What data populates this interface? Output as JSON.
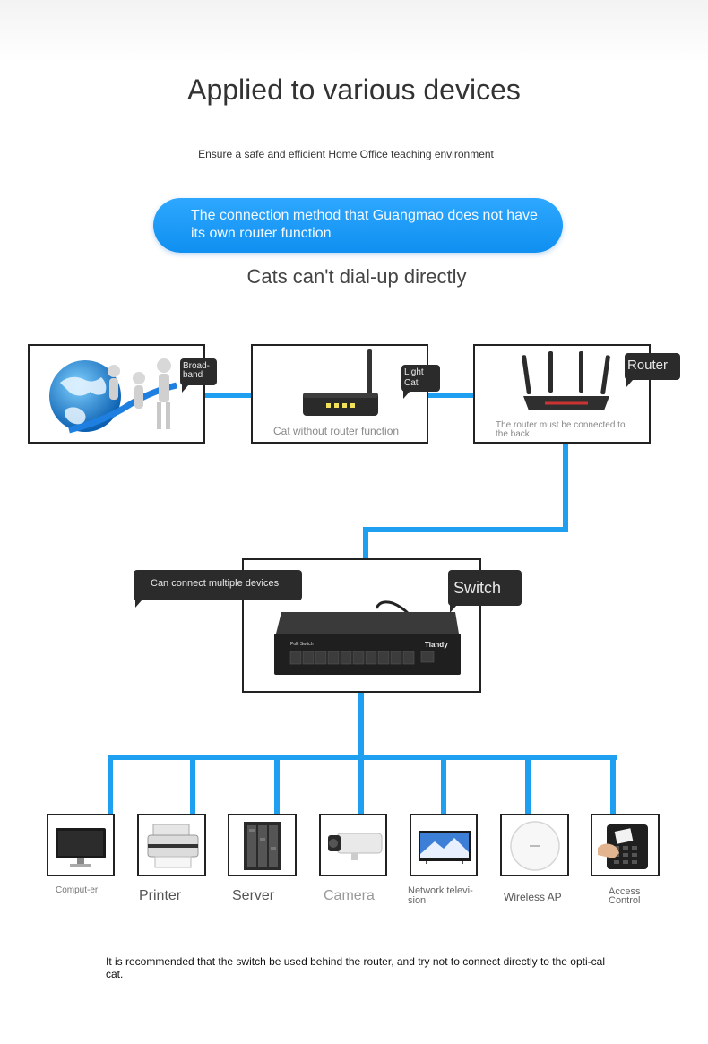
{
  "header": {
    "title": "Applied to various devices",
    "subtitle": "Ensure a safe and efficient Home Office teaching environment"
  },
  "banner": {
    "text": "The connection method that Guangmao does not have its own router function"
  },
  "section_heading": "Cats can't dial-up directly",
  "top_row": {
    "broadband": {
      "tag": "Broad-band"
    },
    "cat": {
      "tag": "Light Cat",
      "caption": "Cat without router function"
    },
    "router": {
      "tag": "Router",
      "caption": "The router must be connected to the back"
    }
  },
  "switch": {
    "tag": "Switch",
    "note_tag": "Can connect multiple devices",
    "brand": "Tiandy",
    "model": "PoE Switch"
  },
  "devices": [
    {
      "label": "Comput-er",
      "icon": "monitor-icon"
    },
    {
      "label": "Printer",
      "icon": "printer-icon"
    },
    {
      "label": "Server",
      "icon": "server-icon"
    },
    {
      "label": "Camera",
      "icon": "camera-icon"
    },
    {
      "label": "Network televi-sion",
      "icon": "tv-icon"
    },
    {
      "label": "Wireless AP",
      "icon": "wireless-ap-icon"
    },
    {
      "label": "Access Control",
      "icon": "access-control-icon"
    }
  ],
  "footer_note": "It is recommended that the switch be used behind the router, and try not to connect directly to the opti-cal cat.",
  "colors": {
    "accent": "#1e9ff0",
    "tag_bg": "#2b2b2b"
  }
}
